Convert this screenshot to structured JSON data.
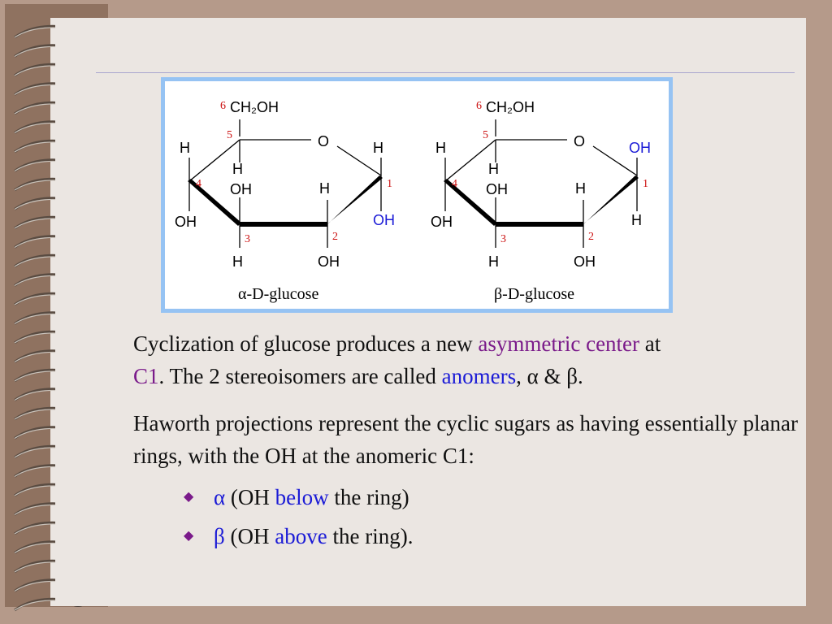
{
  "figure": {
    "alpha": {
      "ch2oh": "CH₂OH",
      "ring_o": "O",
      "labels": {
        "c6": "6",
        "c5": "5",
        "c4": "4",
        "c3": "3",
        "c2": "2",
        "c1": "1",
        "c4_up": "H",
        "c5_down": "H",
        "c1_up": "H",
        "c4_down": "OH",
        "c3_up": "OH",
        "c2_up": "H",
        "c1_down": "OH",
        "c3_down": "H",
        "c2_down": "OH"
      },
      "caption": "α-D-glucose"
    },
    "beta": {
      "ch2oh": "CH₂OH",
      "ring_o": "O",
      "labels": {
        "c6": "6",
        "c5": "5",
        "c4": "4",
        "c3": "3",
        "c2": "2",
        "c1": "1",
        "c4_up": "H",
        "c5_down": "H",
        "c1_up": "OH",
        "c4_down": "OH",
        "c3_up": "OH",
        "c2_up": "H",
        "c1_down": "H",
        "c3_down": "H",
        "c2_down": "OH"
      },
      "caption": "β-D-glucose"
    }
  },
  "text": {
    "p1": {
      "a": "Cyclization of glucose produces a new ",
      "b": "asymmetric center",
      "c": " at ",
      "d": "C1",
      "e": ". The 2 stereoisomers are called ",
      "f": "anomers",
      "g": ", α & β."
    },
    "p2": "Haworth projections represent the cyclic sugars as having essentially planar rings, with the OH at the anomeric C1:",
    "bullet_mark": "◆",
    "bullet1": {
      "greek": "α",
      "a": " (OH ",
      "b": "below",
      "c": " the ring)"
    },
    "bullet2": {
      "greek": "β",
      "a": " (OH ",
      "b": "above",
      "c": " the ring)."
    }
  },
  "colors": {
    "accent_purple": "#7a1a8a",
    "accent_blue": "#1b1bd6",
    "number_red": "#cc1111",
    "frame_blue": "#96c3f3"
  }
}
